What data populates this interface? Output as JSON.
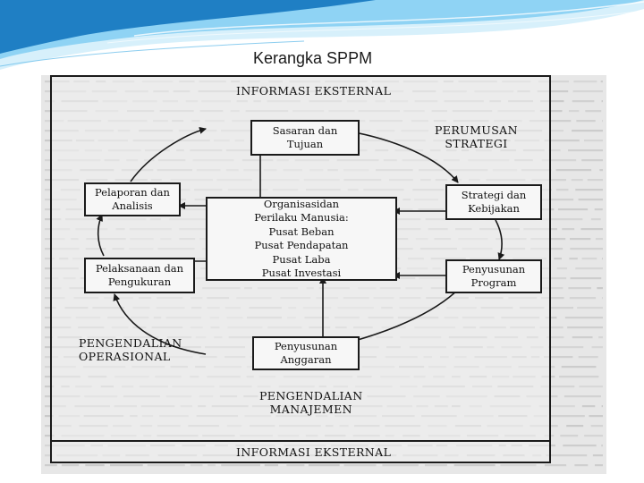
{
  "slide": {
    "title": "Kerangka SPPM",
    "colors": {
      "wave_dark": "#1f7fc4",
      "wave_light": "#8fd3f4",
      "line": "#1a1a1a",
      "scan_bg": "#e7e7e7"
    }
  },
  "diagram": {
    "top_label": "INFORMASI EKSTERNAL",
    "bottom_label": "INFORMASI EKSTERNAL",
    "sasaran": [
      "Sasaran dan",
      "Tujuan"
    ],
    "perumusan": [
      "PERUMUSAN",
      "STRATEGI"
    ],
    "pelaporan": [
      "Pelaporan dan",
      "Analisis"
    ],
    "strategi": [
      "Strategi dan",
      "Kebijakan"
    ],
    "center": [
      "Organisasidan",
      "Perilaku Manusia:",
      "Pusat Beban",
      "Pusat Pendapatan",
      "Pusat Laba",
      "Pusat Investasi"
    ],
    "pelaksanaan": [
      "Pelaksanaan dan",
      "Pengukuran"
    ],
    "penyusunan_program": [
      "Penyusunan",
      "Program"
    ],
    "pengendalian_operasional": [
      "PENGENDALIAN",
      "OPERASIONAL"
    ],
    "penyusunan_anggaran": [
      "Penyusunan",
      "Anggaran"
    ],
    "pengendalian_manajemen": [
      "PENGENDALIAN",
      "MANAJEMEN"
    ]
  }
}
